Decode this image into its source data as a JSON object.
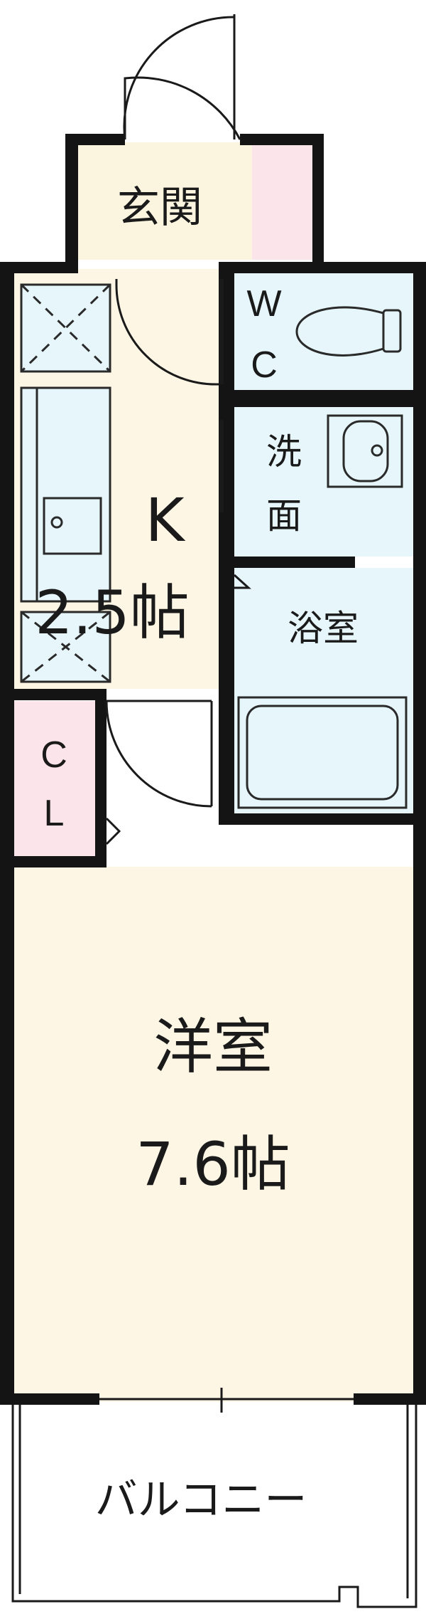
{
  "rooms": {
    "entrance": {
      "label": "玄関",
      "fill": "#fbf5df",
      "accent": "#fbe4ea"
    },
    "wc": {
      "line1": "W",
      "line2": "C",
      "fill": "#e6f6fb"
    },
    "washroom": {
      "line1": "洗",
      "line2": "面",
      "fill": "#e6f6fb"
    },
    "bathroom": {
      "label": "浴室",
      "fill": "#e6f6fb"
    },
    "kitchen": {
      "name": "K",
      "size": "2.5帖",
      "fill": "#fdf6e4"
    },
    "closet": {
      "line1": "C",
      "line2": "L",
      "fill": "#fbe4ea"
    },
    "western_room": {
      "name": "洋室",
      "size": "7.6帖",
      "fill": "#fdf6e4"
    },
    "balcony": {
      "label": "バルコニー",
      "fill": "#ffffff"
    }
  },
  "colors": {
    "wall": "#141414",
    "fixture_stroke": "#2a2a2a",
    "fixture_fill": "#e6f6fb"
  }
}
